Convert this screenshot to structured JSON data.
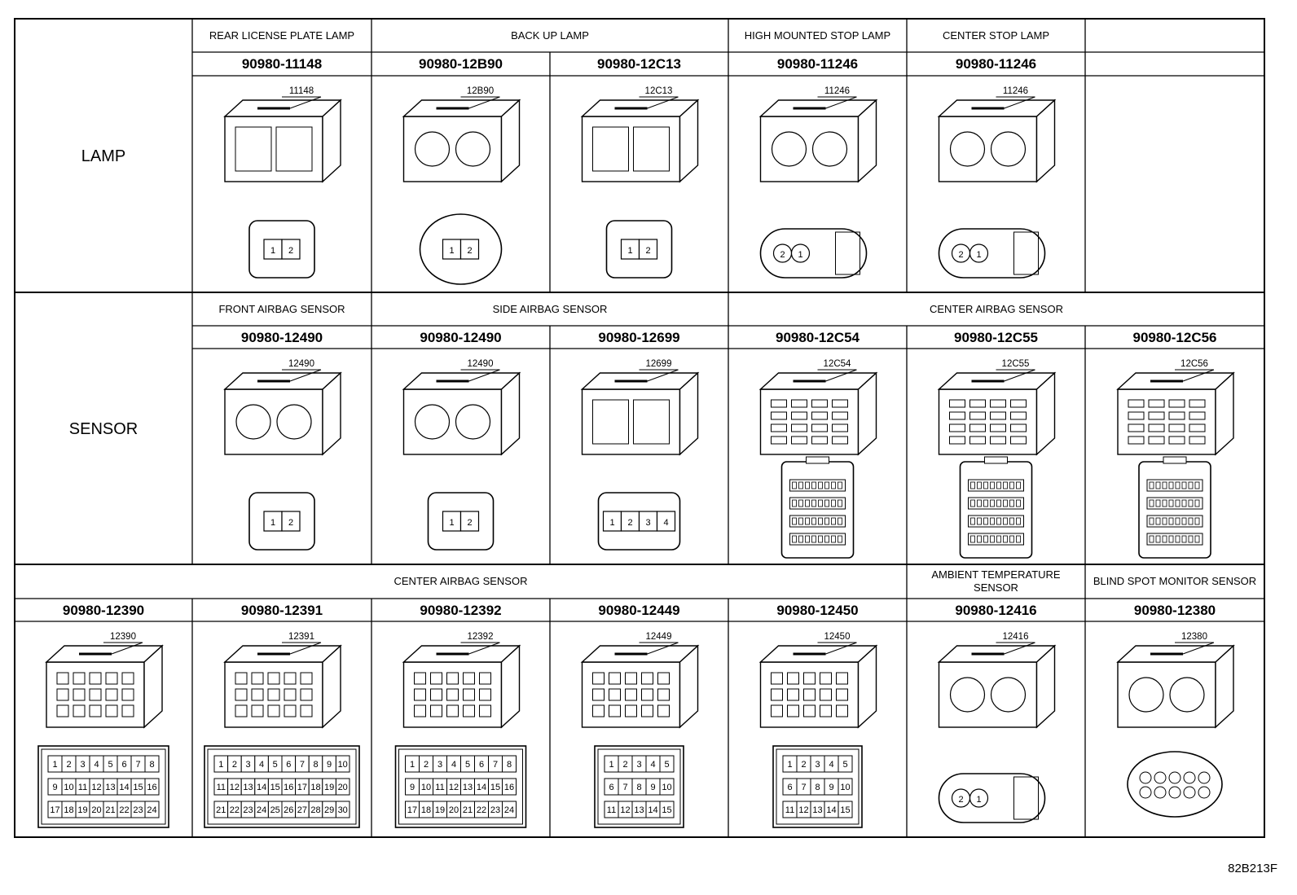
{
  "diagram_id": "82B213F",
  "sections": [
    {
      "category": "LAMP",
      "groups": [
        {
          "title": "REAR LICENSE PLATE LAMP",
          "span": 1
        },
        {
          "title": "BACK UP LAMP",
          "span": 2
        },
        {
          "title": "HIGH MOUNTED STOP LAMP",
          "span": 1
        },
        {
          "title": "CENTER STOP LAMP",
          "span": 1
        },
        {
          "title": "",
          "span": 1
        }
      ],
      "connectors": [
        {
          "part": "90980-11148",
          "label": "11148",
          "pins": [
            "1",
            "2"
          ],
          "kind": "small2"
        },
        {
          "part": "90980-12B90",
          "label": "12B90",
          "pins": [
            "1",
            "2"
          ],
          "kind": "round2"
        },
        {
          "part": "90980-12C13",
          "label": "12C13",
          "pins": [
            "1",
            "2"
          ],
          "kind": "square2"
        },
        {
          "part": "90980-11246",
          "label": "11246",
          "pins": [
            "2",
            "1"
          ],
          "kind": "oval2"
        },
        {
          "part": "90980-11246",
          "label": "11246",
          "pins": [
            "2",
            "1"
          ],
          "kind": "oval2"
        },
        {
          "part": "",
          "label": "",
          "pins": [],
          "kind": "none"
        }
      ]
    },
    {
      "category": "SENSOR",
      "groups": [
        {
          "title": "FRONT AIRBAG SENSOR",
          "span": 1
        },
        {
          "title": "SIDE AIRBAG SENSOR",
          "span": 2
        },
        {
          "title": "CENTER AIRBAG SENSOR",
          "span": 3
        }
      ],
      "connectors": [
        {
          "part": "90980-12490",
          "label": "12490",
          "pins": [
            "1",
            "2"
          ],
          "kind": "airbag2"
        },
        {
          "part": "90980-12490",
          "label": "12490",
          "pins": [
            "1",
            "2"
          ],
          "kind": "airbag2"
        },
        {
          "part": "90980-12699",
          "label": "12699",
          "pins": [
            "1",
            "2",
            "3",
            "4"
          ],
          "kind": "oval4"
        },
        {
          "part": "90980-12C54",
          "label": "12C54",
          "pins": [],
          "kind": "multi"
        },
        {
          "part": "90980-12C55",
          "label": "12C55",
          "pins": [],
          "kind": "multi"
        },
        {
          "part": "90980-12C56",
          "label": "12C56",
          "pins": [],
          "kind": "multi"
        }
      ]
    },
    {
      "category": "",
      "groups": [
        {
          "title": "CENTER AIRBAG SENSOR",
          "span": 5
        },
        {
          "title": "AMBIENT TEMPERATURE SENSOR",
          "span": 1
        },
        {
          "title": "BLIND SPOT MONITOR SENSOR",
          "span": 1
        }
      ],
      "connectors": [
        {
          "part": "90980-12390",
          "label": "12390",
          "pin_rows": [
            [
              "1",
              "2",
              "3",
              "4",
              "5",
              "6",
              "7",
              "8"
            ],
            [
              "9",
              "10",
              "11",
              "12",
              "13",
              "14",
              "15",
              "16"
            ],
            [
              "17",
              "18",
              "19",
              "20",
              "21",
              "22",
              "23",
              "24"
            ]
          ],
          "kind": "grid"
        },
        {
          "part": "90980-12391",
          "label": "12391",
          "pin_rows": [
            [
              "1",
              "2",
              "3",
              "4",
              "5",
              "6",
              "7",
              "8",
              "9",
              "10"
            ],
            [
              "11",
              "12",
              "13",
              "14",
              "15",
              "16",
              "17",
              "18",
              "19",
              "20"
            ],
            [
              "21",
              "22",
              "23",
              "24",
              "25",
              "26",
              "27",
              "28",
              "29",
              "30"
            ]
          ],
          "kind": "grid"
        },
        {
          "part": "90980-12392",
          "label": "12392",
          "pin_rows": [
            [
              "1",
              "2",
              "3",
              "4",
              "5",
              "6",
              "7",
              "8"
            ],
            [
              "9",
              "10",
              "11",
              "12",
              "13",
              "14",
              "15",
              "16"
            ],
            [
              "17",
              "18",
              "19",
              "20",
              "21",
              "22",
              "23",
              "24"
            ]
          ],
          "kind": "grid"
        },
        {
          "part": "90980-12449",
          "label": "12449",
          "pin_rows": [
            [
              "1",
              "2",
              "3",
              "4",
              "5"
            ],
            [
              "6",
              "7",
              "8",
              "9",
              "10"
            ],
            [
              "11",
              "12",
              "13",
              "14",
              "15"
            ]
          ],
          "kind": "grid"
        },
        {
          "part": "90980-12450",
          "label": "12450",
          "pin_rows": [
            [
              "1",
              "2",
              "3",
              "4",
              "5"
            ],
            [
              "6",
              "7",
              "8",
              "9",
              "10"
            ],
            [
              "11",
              "12",
              "13",
              "14",
              "15"
            ]
          ],
          "kind": "grid"
        },
        {
          "part": "90980-12416",
          "label": "12416",
          "pins": [
            "2",
            "1"
          ],
          "kind": "ambient"
        },
        {
          "part": "90980-12380",
          "label": "12380",
          "pins": [],
          "kind": "bsm"
        }
      ]
    }
  ]
}
